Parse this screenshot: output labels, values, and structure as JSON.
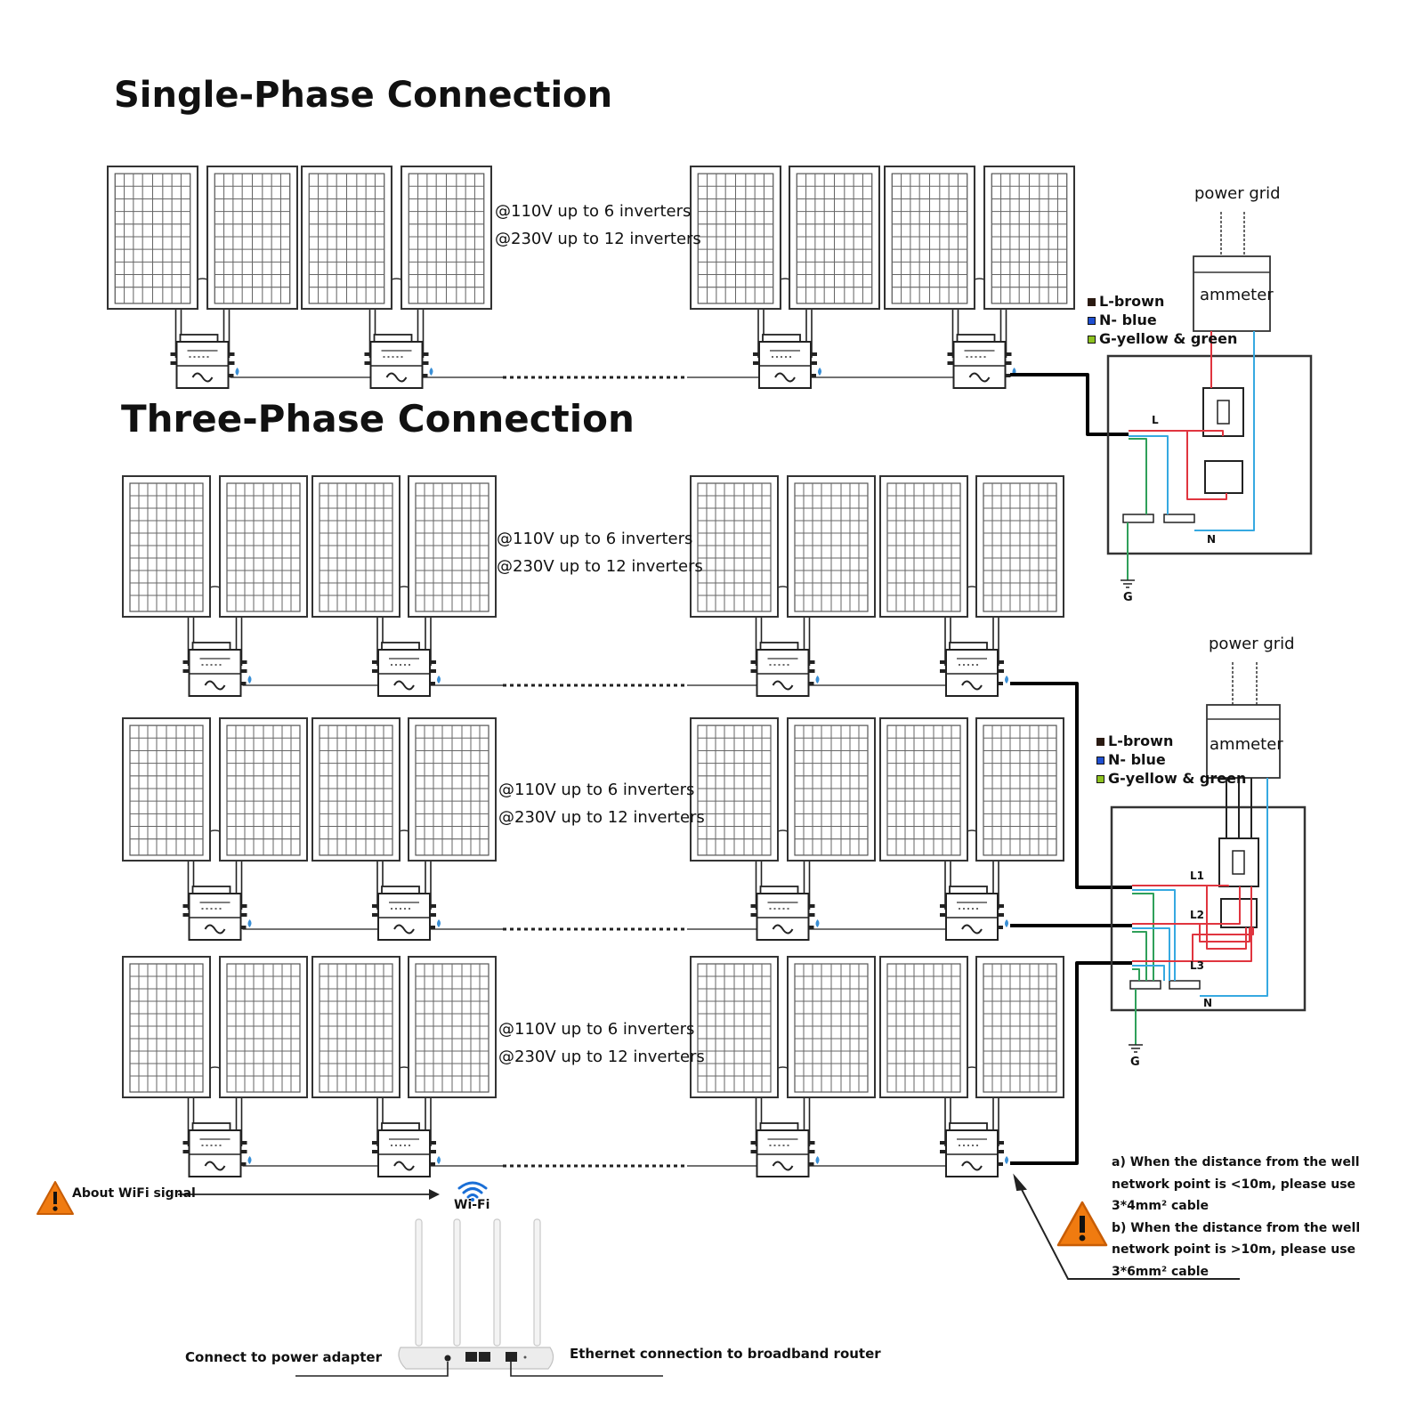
{
  "titles": {
    "single_phase": "Single-Phase Connection",
    "three_phase": "Three-Phase Connection"
  },
  "capacity": {
    "line_110v": "@110V up to 6 inverters",
    "line_230v": "@230V up to 12 inverters"
  },
  "grid": {
    "power_grid": "power grid",
    "ammeter": "ammeter"
  },
  "legend": {
    "l_label": "L-brown",
    "n_label": "N- blue",
    "g_label": "G-yellow & green",
    "l_color": "#2a1a12",
    "n_color": "#1f4fd1",
    "g_color": "#8dc21f"
  },
  "wire_labels": {
    "L": "L",
    "N": "N",
    "G": "G",
    "L1": "L1",
    "L2": "L2",
    "L3": "L3"
  },
  "wiring_colors": {
    "line_red": "#e0353f",
    "neutral_blue": "#36a9e1",
    "ground_green": "#2fa05a",
    "wire_black": "#000000"
  },
  "wifi": {
    "about_label": "About WiFi signal",
    "wifi_label": "Wi-Fi"
  },
  "router": {
    "power_label": "Connect to power adapter",
    "ethernet_label": "Ethernet connection to broadband router"
  },
  "cable_note": {
    "line1": "a) When the distance from the well",
    "line2": "network point is <10m, please use",
    "line3": "3*4mm² cable",
    "line4": "b) When the distance from the well",
    "line5": "network point is >10m, please use",
    "line6": "3*6mm² cable"
  },
  "icons": {
    "warning": "warning-triangle-icon",
    "wifi": "wifi-icon",
    "ground": "ground-icon",
    "inverter": "microinverter-icon",
    "panel": "solar-panel-icon"
  }
}
